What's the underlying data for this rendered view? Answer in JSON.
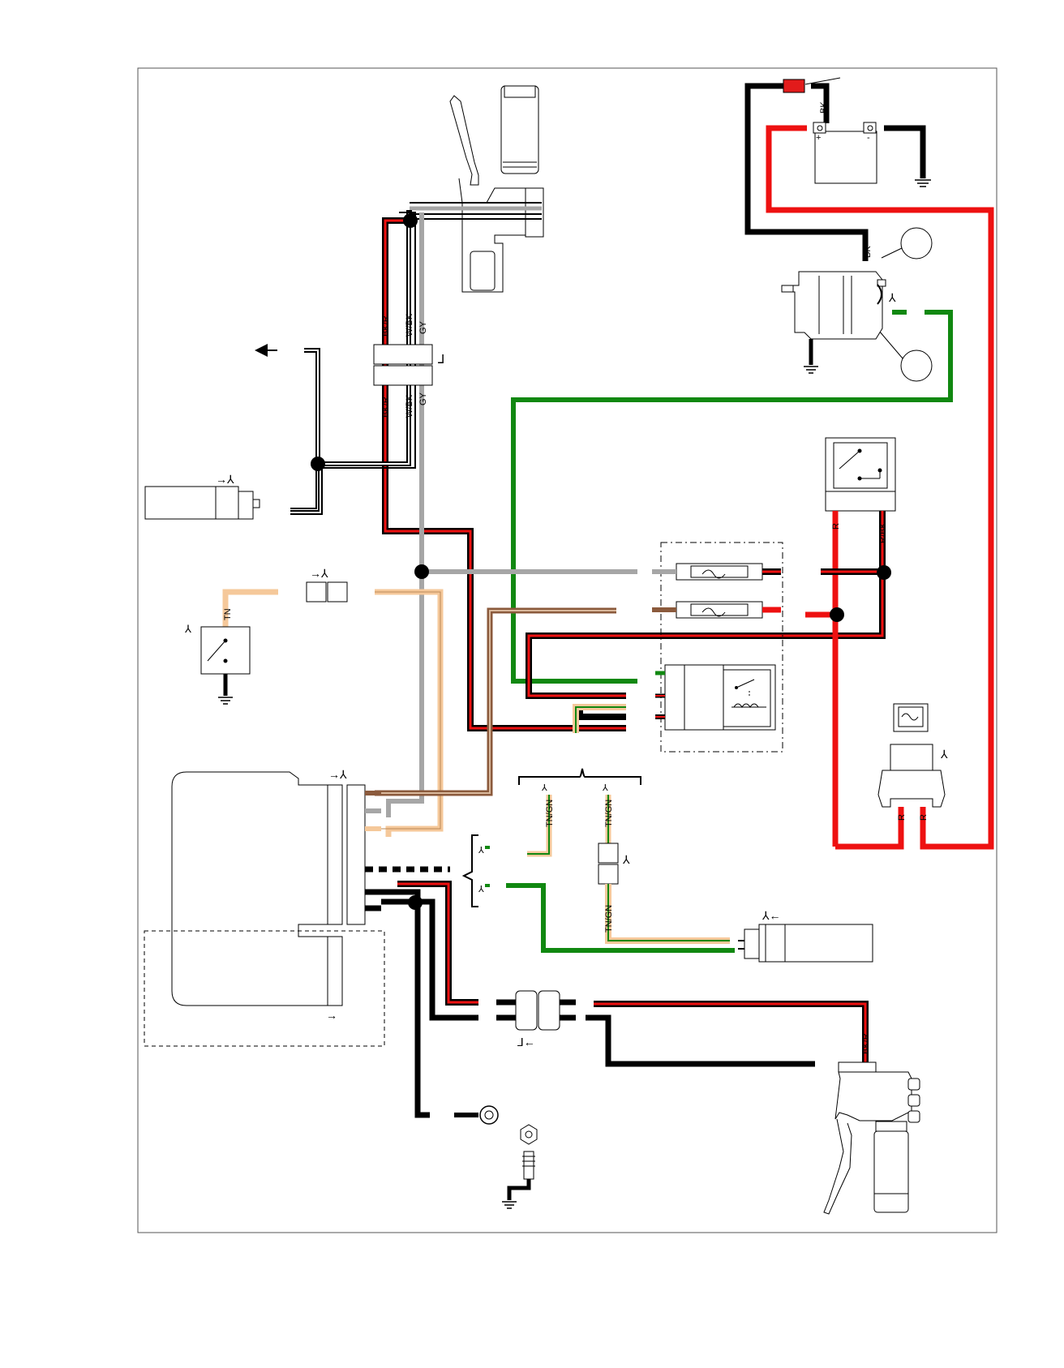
{
  "labels": {
    "bkr_top_1": "BK/R",
    "wbk_top_1": "W/BK",
    "gy_top_1": "GY",
    "bkr_top_2": "BK/R",
    "wbk_top_2": "W/BK",
    "gy_top_2": "GY",
    "bk_battery": "BK",
    "bk_starter": "BK",
    "r_relay": "R",
    "rbk_relay": "R/BK",
    "tn_switch": "TN",
    "tngn_1": "TN/GN",
    "tngn_2": "TN/GN",
    "tngn_3": "TN/GN",
    "r_breaker_1": "R",
    "r_breaker_2": "R",
    "bkr_bottom": "BK/R"
  },
  "battery": {
    "plus": "+",
    "minus": "-"
  },
  "colors": {
    "red": "#ee1111",
    "black": "#000000",
    "green": "#118811",
    "gray": "#a6a6a6",
    "tan": "#f5c89a",
    "brown": "#8b5a3c",
    "fuse_red": "#e21b1b"
  }
}
